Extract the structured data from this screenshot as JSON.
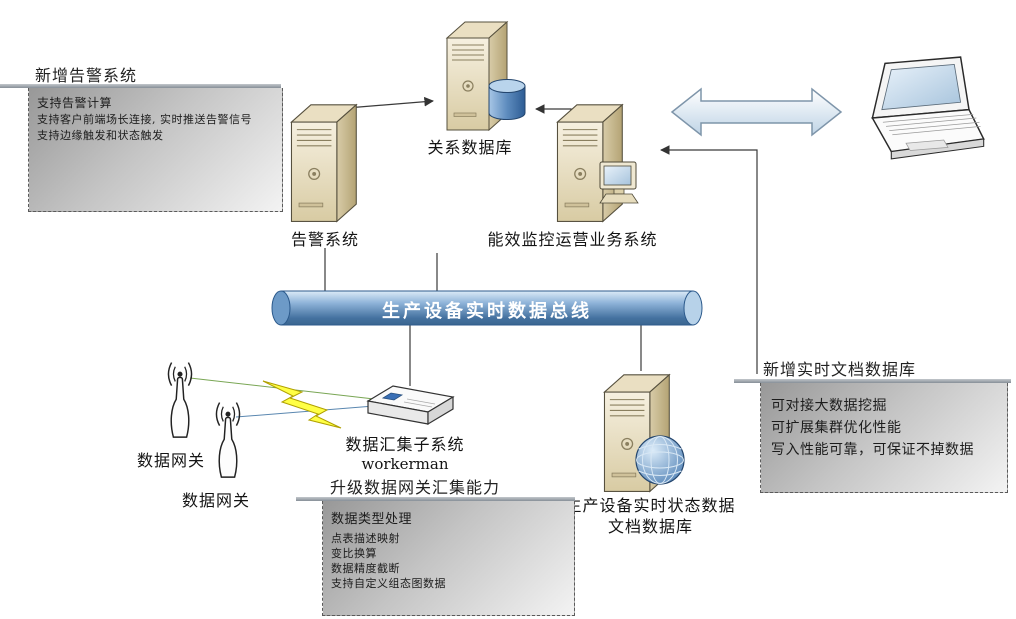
{
  "diagram": {
    "nodes": {
      "relational_db": {
        "label": "关系数据库"
      },
      "alarm_system": {
        "label": "告警系统"
      },
      "business_system": {
        "label": "能效监控运营业务系统"
      },
      "data_bus": {
        "label": "生产设备实时数据总线"
      },
      "gateway_1": {
        "label": "数据网关"
      },
      "gateway_2": {
        "label": "数据网关"
      },
      "collector": {
        "label": "数据汇集子系统",
        "sublabel": "workerman"
      },
      "document_db": {
        "label_line1": "生产设备实时状态数据",
        "label_line2": "文档数据库"
      }
    },
    "annotations": {
      "alarm": {
        "title": "新增告警系统",
        "lines": [
          "支持告警计算",
          "支持客户前端场长连接, 实时推送告警信号",
          "支持边缘触发和状态触发"
        ]
      },
      "document_db": {
        "title": "新增实时文档数据库",
        "lines": [
          "可对接大数据挖掘",
          "可扩展集群优化性能",
          "写入性能可靠，可保证不掉数据"
        ]
      },
      "gateway": {
        "title": "升级数据网关汇集能力",
        "lines": [
          "数据类型处理",
          "点表描述映射",
          "变比换算",
          "数据精度截断",
          "支持自定义组态图数据"
        ]
      }
    },
    "icons": [
      "server-tower-icon",
      "database-cylinder-icon",
      "monitor-icon",
      "globe-icon",
      "laptop-icon",
      "antenna-icon",
      "lightning-bolt-icon",
      "double-arrow-icon",
      "data-bus-pipe-icon"
    ],
    "colors": {
      "bus_blue": "#44719f",
      "server_beige": "#e8dec0",
      "lightning_yellow": "#ffff45",
      "note_gray_dark": "#989898",
      "note_gray_light": "#f3f3f3",
      "connector": "#3a3a3a"
    }
  }
}
